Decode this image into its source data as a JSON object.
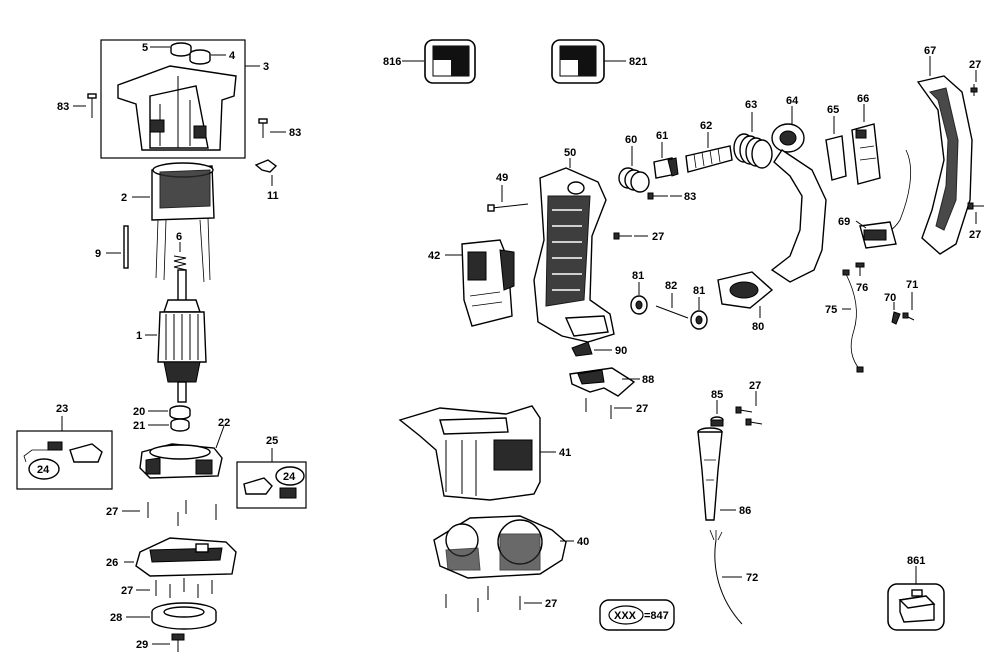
{
  "callouts": {
    "c5": "5",
    "c4": "4",
    "c3": "3",
    "c83a": "83",
    "c83b": "83",
    "c11": "11",
    "c2": "2",
    "c9": "9",
    "c6": "6",
    "c1": "1",
    "c20": "20",
    "c21": "21",
    "c22": "22",
    "c23": "23",
    "c24a": "24",
    "c25": "25",
    "c24b": "24",
    "c27a": "27",
    "c26": "26",
    "c27b": "27",
    "c28": "28",
    "c29": "29",
    "c816": "816",
    "c821": "821",
    "c50": "50",
    "c49": "49",
    "c42": "42",
    "c60": "60",
    "c61": "61",
    "c62": "62",
    "c83c": "83",
    "c27c": "27",
    "c63": "63",
    "c64": "64",
    "c65": "65",
    "c66": "66",
    "c67": "67",
    "c27d": "27",
    "c69": "69",
    "c27e": "27",
    "c81a": "81",
    "c82": "82",
    "c81b": "81",
    "c80": "80",
    "c76": "76",
    "c71": "71",
    "c70": "70",
    "c75": "75",
    "c90": "90",
    "c88": "88",
    "c27f": "27",
    "c41": "41",
    "c85": "85",
    "c27g": "27",
    "c86": "86",
    "c40": "40",
    "c27h": "27",
    "c72": "72",
    "c861": "861"
  },
  "legend": {
    "code": "XXX",
    "equals": "=847"
  }
}
